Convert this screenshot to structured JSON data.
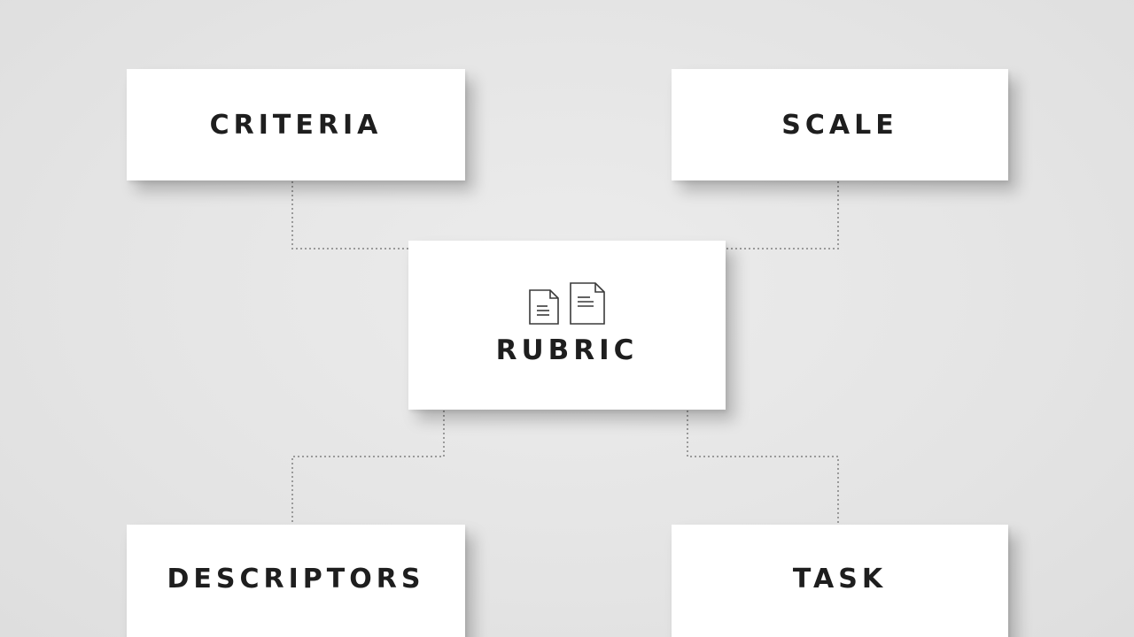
{
  "diagram": {
    "center": {
      "label": "RUBRIC",
      "icon": "documents-icon"
    },
    "nodes": {
      "criteria": "CRITERIA",
      "scale": "SCALE",
      "descriptors": "DESCRIPTORS",
      "task": "TASK"
    },
    "connector_style": "dotted",
    "colors": {
      "background": "#e6e6e6",
      "box": "#ffffff",
      "text": "#1e1e1e",
      "connector": "#9a9a9a"
    }
  }
}
